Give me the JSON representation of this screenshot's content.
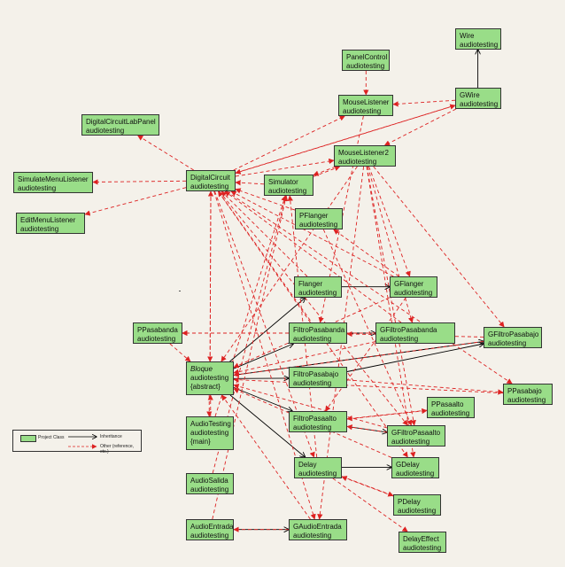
{
  "colors": {
    "node_fill": "#99dd88",
    "dependency": "#dd2222",
    "inheritance": "#000000",
    "background": "#f4f1ea"
  },
  "nodes": [
    {
      "id": "Wire",
      "name": "Wire",
      "pkg": "audiotesting"
    },
    {
      "id": "PanelControl",
      "name": "PanelControl",
      "pkg": "audiotesting"
    },
    {
      "id": "MouseListener",
      "name": "MouseListener",
      "pkg": "audiotesting"
    },
    {
      "id": "GWire",
      "name": "GWire",
      "pkg": "audiotesting"
    },
    {
      "id": "DigitalCircuitLabPanel",
      "name": "DigitalCircuitLabPanel",
      "pkg": "audiotesting"
    },
    {
      "id": "MouseListener2",
      "name": "MouseListener2",
      "pkg": "audiotesting"
    },
    {
      "id": "SimulateMenuListener",
      "name": "SimulateMenuListener",
      "pkg": "audiotesting"
    },
    {
      "id": "DigitalCircuit",
      "name": "DigitalCircuit",
      "pkg": "audiotesting"
    },
    {
      "id": "Simulator",
      "name": "Simulator",
      "pkg": "audiotesting"
    },
    {
      "id": "EditMenuListener",
      "name": "EditMenuListener",
      "pkg": "audiotesting"
    },
    {
      "id": "PFlanger",
      "name": "PFlanger",
      "pkg": "audiotesting"
    },
    {
      "id": "Flanger",
      "name": "Flanger",
      "pkg": "audiotesting"
    },
    {
      "id": "GFlanger",
      "name": "GFlanger",
      "pkg": "audiotesting"
    },
    {
      "id": "PPasabanda",
      "name": "PPasabanda",
      "pkg": "audiotesting"
    },
    {
      "id": "FiltroPasabanda",
      "name": "FiltroPasabanda",
      "pkg": "audiotesting"
    },
    {
      "id": "GFiltroPasabanda",
      "name": "GFiltroPasabanda",
      "pkg": "audiotesting"
    },
    {
      "id": "GFiltroPasabajo",
      "name": "GFiltroPasabajo",
      "pkg": "audiotesting"
    },
    {
      "id": "Bloque",
      "name": "Bloque",
      "pkg": "audiotesting",
      "stereo": "{abstract}",
      "italic": true
    },
    {
      "id": "FiltroPasabajo",
      "name": "FiltroPasabajo",
      "pkg": "audiotesting"
    },
    {
      "id": "PPasabajo",
      "name": "PPasabajo",
      "pkg": "audiotesting"
    },
    {
      "id": "PPasaalto",
      "name": "PPasaalto",
      "pkg": "audiotesting"
    },
    {
      "id": "AudioTesting",
      "name": "AudioTesting",
      "pkg": "audiotesting",
      "stereo": "{main}"
    },
    {
      "id": "FiltroPasaalto",
      "name": "FiltroPasaalto",
      "pkg": "audiotesting"
    },
    {
      "id": "GFiltroPasaalto",
      "name": "GFiltroPasaalto",
      "pkg": "audiotesting"
    },
    {
      "id": "Delay",
      "name": "Delay",
      "pkg": "audiotesting"
    },
    {
      "id": "GDelay",
      "name": "GDelay",
      "pkg": "audiotesting"
    },
    {
      "id": "AudioSalida",
      "name": "AudioSalida",
      "pkg": "audiotesting"
    },
    {
      "id": "PDelay",
      "name": "PDelay",
      "pkg": "audiotesting"
    },
    {
      "id": "AudioEntrada",
      "name": "AudioEntrada",
      "pkg": "audiotesting"
    },
    {
      "id": "GAudioEntrada",
      "name": "GAudioEntrada",
      "pkg": "audiotesting"
    },
    {
      "id": "DelayEffect",
      "name": "DelayEffect",
      "pkg": "audiotesting"
    }
  ],
  "edges": [
    {
      "from": "GWire",
      "to": "Wire",
      "kind": "inherit"
    },
    {
      "from": "Flanger",
      "to": "GFlanger",
      "kind": "inherit"
    },
    {
      "from": "FiltroPasabanda",
      "to": "GFiltroPasabanda",
      "kind": "inherit"
    },
    {
      "from": "FiltroPasabajo",
      "to": "GFiltroPasabajo",
      "kind": "inherit"
    },
    {
      "from": "FiltroPasaalto",
      "to": "GFiltroPasaalto",
      "kind": "inherit"
    },
    {
      "from": "Delay",
      "to": "GDelay",
      "kind": "inherit"
    },
    {
      "from": "AudioEntrada",
      "to": "GAudioEntrada",
      "kind": "inherit"
    },
    {
      "from": "Bloque",
      "to": "Flanger",
      "kind": "inherit"
    },
    {
      "from": "Bloque",
      "to": "FiltroPasabanda",
      "kind": "inherit"
    },
    {
      "from": "Bloque",
      "to": "FiltroPasabajo",
      "kind": "inherit"
    },
    {
      "from": "Bloque",
      "to": "FiltroPasaalto",
      "kind": "inherit"
    },
    {
      "from": "Bloque",
      "to": "Delay",
      "kind": "inherit"
    },
    {
      "from": "Bloque",
      "to": "GFiltroPasabajo",
      "kind": "inherit"
    },
    {
      "from": "PanelControl",
      "to": "MouseListener",
      "kind": "dep"
    },
    {
      "from": "GWire",
      "to": "MouseListener",
      "kind": "dep"
    },
    {
      "from": "GWire",
      "to": "MouseListener2",
      "kind": "dep"
    },
    {
      "from": "DigitalCircuit",
      "to": "DigitalCircuitLabPanel",
      "kind": "dep"
    },
    {
      "from": "DigitalCircuit",
      "to": "SimulateMenuListener",
      "kind": "dep"
    },
    {
      "from": "DigitalCircuit",
      "to": "EditMenuListener",
      "kind": "dep"
    },
    {
      "from": "DigitalCircuit",
      "to": "MouseListener",
      "kind": "dep"
    },
    {
      "from": "DigitalCircuit",
      "to": "MouseListener2",
      "kind": "dep"
    },
    {
      "from": "DigitalCircuit",
      "to": "GWire",
      "kind": "dep"
    },
    {
      "from": "GWire",
      "to": "DigitalCircuit",
      "kind": "dep"
    },
    {
      "from": "Simulator",
      "to": "DigitalCircuit",
      "kind": "dep"
    },
    {
      "from": "Simulator",
      "to": "MouseListener2",
      "kind": "dep"
    },
    {
      "from": "PFlanger",
      "to": "DigitalCircuit",
      "kind": "dep"
    },
    {
      "from": "GFlanger",
      "to": "DigitalCircuit",
      "kind": "dep"
    },
    {
      "from": "GFiltroPasabanda",
      "to": "DigitalCircuit",
      "kind": "dep"
    },
    {
      "from": "Bloque",
      "to": "DigitalCircuit",
      "kind": "dep"
    },
    {
      "from": "Flanger",
      "to": "DigitalCircuit",
      "kind": "dep"
    },
    {
      "from": "FiltroPasabanda",
      "to": "DigitalCircuit",
      "kind": "dep"
    },
    {
      "from": "GFlanger",
      "to": "PFlanger",
      "kind": "dep"
    },
    {
      "from": "FiltroPasabanda",
      "to": "PPasabanda",
      "kind": "dep"
    },
    {
      "from": "FiltroPasabajo",
      "to": "PPasabajo",
      "kind": "dep"
    },
    {
      "from": "FiltroPasaalto",
      "to": "PPasaalto",
      "kind": "dep"
    },
    {
      "from": "Delay",
      "to": "PDelay",
      "kind": "dep"
    },
    {
      "from": "Delay",
      "to": "DelayEffect",
      "kind": "dep"
    },
    {
      "from": "PDelay",
      "to": "Delay",
      "kind": "dep"
    },
    {
      "from": "PPasaalto",
      "to": "FiltroPasaalto",
      "kind": "dep"
    },
    {
      "from": "MouseListener2",
      "to": "GFlanger",
      "kind": "dep"
    },
    {
      "from": "MouseListener2",
      "to": "GFiltroPasabanda",
      "kind": "dep"
    },
    {
      "from": "MouseListener2",
      "to": "GFiltroPasabajo",
      "kind": "dep"
    },
    {
      "from": "MouseListener2",
      "to": "GFiltroPasaalto",
      "kind": "dep"
    },
    {
      "from": "MouseListener2",
      "to": "GDelay",
      "kind": "dep"
    },
    {
      "from": "MouseListener2",
      "to": "GAudioEntrada",
      "kind": "dep"
    },
    {
      "from": "MouseListener2",
      "to": "Bloque",
      "kind": "dep"
    },
    {
      "from": "MouseListener2",
      "to": "Simulator",
      "kind": "dep"
    },
    {
      "from": "AudioTesting",
      "to": "Simulator",
      "kind": "dep"
    },
    {
      "from": "AudioSalida",
      "to": "Simulator",
      "kind": "dep"
    },
    {
      "from": "AudioEntrada",
      "to": "Simulator",
      "kind": "dep"
    },
    {
      "from": "Delay",
      "to": "Simulator",
      "kind": "dep"
    },
    {
      "from": "GFiltroPasabanda",
      "to": "Bloque",
      "kind": "dep"
    },
    {
      "from": "GFiltroPasabajo",
      "to": "Bloque",
      "kind": "dep"
    },
    {
      "from": "GFiltroPasaalto",
      "to": "Bloque",
      "kind": "dep"
    },
    {
      "from": "GDelay",
      "to": "Bloque",
      "kind": "dep"
    },
    {
      "from": "GAudioEntrada",
      "to": "Bloque",
      "kind": "dep"
    },
    {
      "from": "GFlanger",
      "to": "Bloque",
      "kind": "dep"
    },
    {
      "from": "PPasabanda",
      "to": "Bloque",
      "kind": "dep"
    },
    {
      "from": "PPasabajo",
      "to": "Bloque",
      "kind": "dep"
    },
    {
      "from": "AudioTesting",
      "to": "Bloque",
      "kind": "dep"
    },
    {
      "from": "Bloque",
      "to": "AudioTesting",
      "kind": "dep"
    },
    {
      "from": "GAudioEntrada",
      "to": "AudioEntrada",
      "kind": "dep"
    },
    {
      "from": "DigitalCircuit",
      "to": "GAudioEntrada",
      "kind": "dep"
    },
    {
      "from": "DigitalCircuit",
      "to": "GFiltroPasaalto",
      "kind": "dep"
    },
    {
      "from": "DigitalCircuit",
      "to": "Delay",
      "kind": "dep"
    },
    {
      "from": "DigitalCircuit",
      "to": "GDelay",
      "kind": "dep"
    },
    {
      "from": "MouseListener",
      "to": "FiltroPasabanda",
      "kind": "dep"
    },
    {
      "from": "GFiltroPasabanda",
      "to": "PPasabanda",
      "kind": "dep"
    },
    {
      "from": "GFiltroPasabajo",
      "to": "FiltroPasabanda",
      "kind": "dep"
    },
    {
      "from": "GFiltroPasaalto",
      "to": "FiltroPasaalto",
      "kind": "dep"
    },
    {
      "from": "PFlanger",
      "to": "GFiltroPasaalto",
      "kind": "dep"
    },
    {
      "from": "GFlanger",
      "to": "FiltroPasaalto",
      "kind": "dep"
    },
    {
      "from": "DigitalCircuit",
      "to": "PPasabajo",
      "kind": "dep"
    },
    {
      "from": "DigitalCircuit",
      "to": "Bloque",
      "kind": "dep"
    }
  ],
  "legend": {
    "class_label": "Project Class",
    "inherit_label": "Inheritance",
    "other_label": "Other (reference, etc.)"
  }
}
